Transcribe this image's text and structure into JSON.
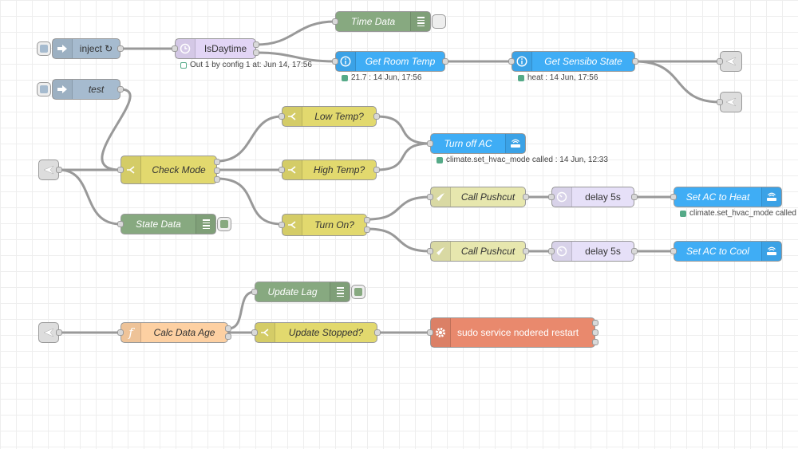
{
  "nodes": {
    "inject": {
      "label": "inject ↻"
    },
    "is_daytime": {
      "label": "IsDaytime",
      "status": "Out 1 by config 1 at: Jun 14, 17:56"
    },
    "time_data": {
      "label": "Time Data"
    },
    "get_room_temp": {
      "label": "Get Room Temp",
      "status": "21.7 : 14 Jun, 17:56"
    },
    "get_sensibo_state": {
      "label": "Get Sensibo State",
      "status": "heat : 14 Jun, 17:56"
    },
    "test": {
      "label": "test"
    },
    "check_mode": {
      "label": "Check Mode"
    },
    "low_temp": {
      "label": "Low Temp?"
    },
    "high_temp": {
      "label": "High Temp?"
    },
    "turn_off_ac": {
      "label": "Turn off AC",
      "status": "climate.set_hvac_mode called : 14 Jun, 12:33"
    },
    "turn_on": {
      "label": "Turn On?"
    },
    "state_data": {
      "label": "State Data"
    },
    "call_pushcut_1": {
      "label": "Call Pushcut"
    },
    "delay_1": {
      "label": "delay 5s"
    },
    "set_ac_heat": {
      "label": "Set AC to Heat",
      "status": "climate.set_hvac_mode called"
    },
    "call_pushcut_2": {
      "label": "Call Pushcut"
    },
    "delay_2": {
      "label": "delay 5s"
    },
    "set_ac_cool": {
      "label": "Set AC to Cool"
    },
    "update_lag": {
      "label": "Update Lag"
    },
    "calc_data_age": {
      "label": "Calc Data Age"
    },
    "update_stopped": {
      "label": "Update Stopped?"
    },
    "exec_restart": {
      "label": "sudo service nodered restart"
    }
  },
  "colors": {
    "inject": "#a6bbcf",
    "current_state": "#e2d96e",
    "time_range": "#e2d5f5",
    "debug": "#87a980",
    "ha_api": "#3fadf5",
    "link": "#dddddd",
    "function": "#fdd0a2",
    "switch": "#e2d96e",
    "pushcut": "#e7e7ae",
    "delay": "#e6e0f8",
    "exec": "#e9896d",
    "status_ok": "#55aa88"
  },
  "icons": {
    "inject": "arrow-right-icon",
    "time": "clock-icon",
    "info": "info-icon",
    "switch": "switch-icon",
    "router": "router-icon",
    "debug": "list-lines-icon",
    "link": "plane-icon",
    "function": "function-icon",
    "exec": "gear-icon",
    "pushcut": "rocket-icon",
    "delay": "timer-icon"
  }
}
